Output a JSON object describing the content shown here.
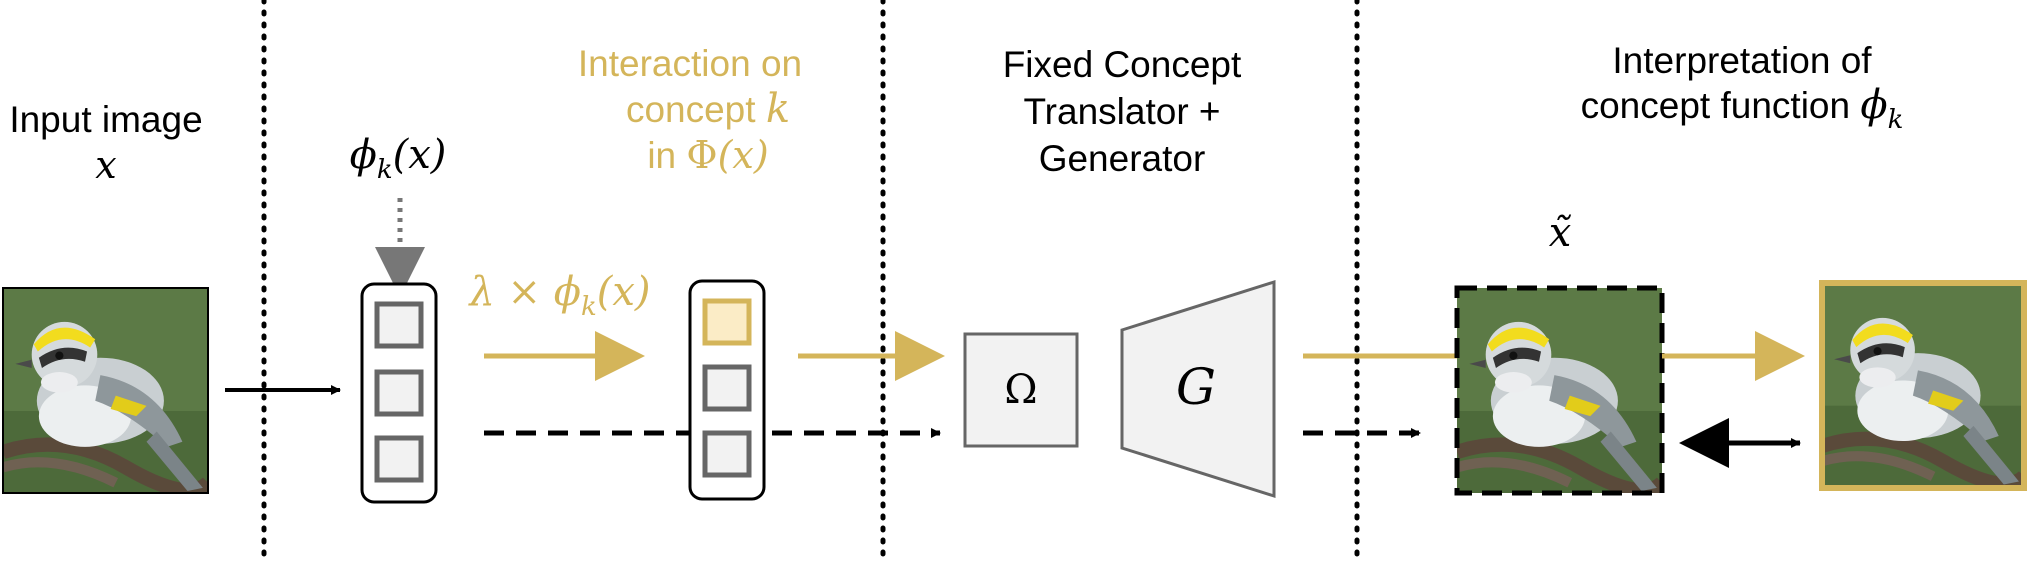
{
  "colors": {
    "gold": "#d4b55a",
    "gold_fill": "#fbecc6",
    "black": "#000000",
    "gray_stroke": "#666666",
    "gray_fill": "#f2f2f2",
    "dotted_gray": "#777777"
  },
  "section1": {
    "title": "Input image",
    "var": "x"
  },
  "section2": {
    "phi_label": "ϕ",
    "phi_sub": "k",
    "phi_arg": "(x)",
    "title_line1": "Interaction on",
    "title_line2_text": "concept ",
    "title_line2_var": "k",
    "title_line3_text": "in ",
    "title_line3_math": "Φ",
    "title_line3_arg": "(x)",
    "scaling_lambda": "λ × ϕ",
    "scaling_sub": "k",
    "scaling_arg": "(x)"
  },
  "section3": {
    "title_line1": "Fixed Concept",
    "title_line2": "Translator +",
    "title_line3": "Generator",
    "omega_symbol": "Ω",
    "generator_symbol": "G"
  },
  "section4": {
    "title_line1": "Interpretation of",
    "title_line2_text": "concept function ",
    "title_line2_phi": "ϕ",
    "title_line2_sub": "k",
    "xtilde": "x̃"
  },
  "icons": {
    "input_bird": "bird-photo-icon",
    "reconstructed_bird": "bird-reconstruction-icon",
    "modified_bird": "bird-modified-icon"
  }
}
